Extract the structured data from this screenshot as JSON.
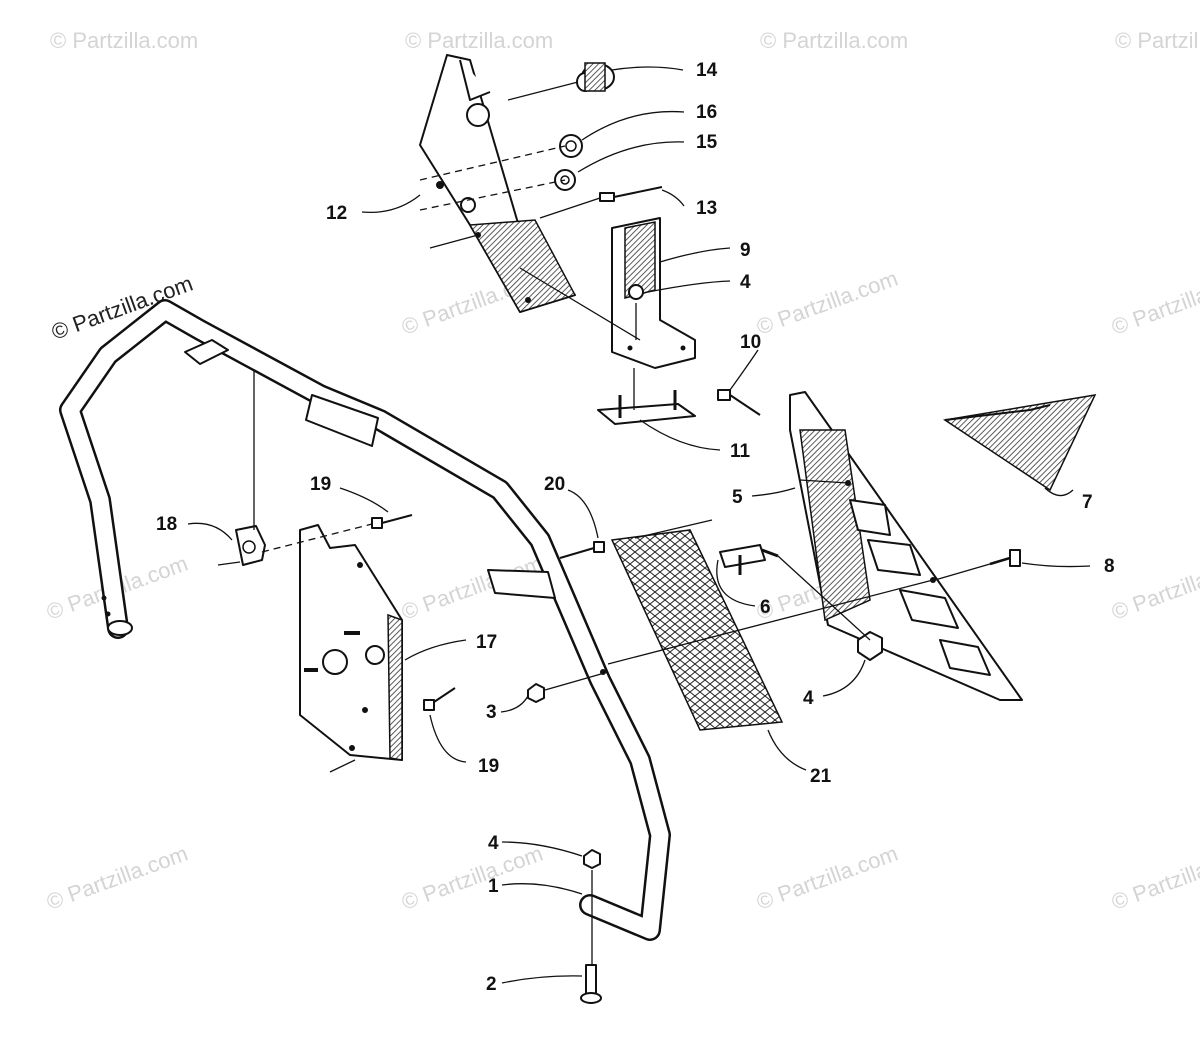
{
  "watermark": {
    "text": "© Partzilla.com",
    "color": "#d4d4d4"
  },
  "callouts": {
    "c1": "1",
    "c2": "2",
    "c3": "3",
    "c4a": "4",
    "c4b": "4",
    "c4c": "4",
    "c5": "5",
    "c6": "6",
    "c7": "7",
    "c8": "8",
    "c9": "9",
    "c10": "10",
    "c11": "11",
    "c12": "12",
    "c13": "13",
    "c14": "14",
    "c15": "15",
    "c16": "16",
    "c17": "17",
    "c18": "18",
    "c19a": "19",
    "c19b": "19",
    "c20": "20",
    "c21": "21"
  },
  "colors": {
    "line": "#111111",
    "background": "#ffffff"
  }
}
